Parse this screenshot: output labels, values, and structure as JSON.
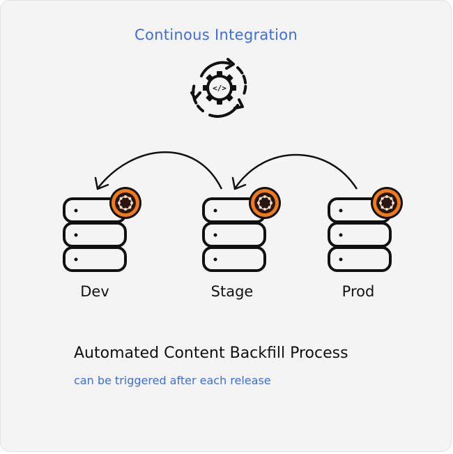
{
  "title": "Continous Integration",
  "environments": [
    {
      "label": "Dev"
    },
    {
      "label": "Stage"
    },
    {
      "label": "Prod"
    }
  ],
  "ci_icon": {
    "name": "gear-code-cycle-icon",
    "glyph": "</>"
  },
  "heading": "Automated Content Backfill Process",
  "subheading": "can be triggered after each release",
  "colors": {
    "accent": "#3f6ce4",
    "badge_outer": "#ee7a1e",
    "badge_inner": "#2a1611",
    "line": "#111111",
    "background": "#f4f4f4"
  }
}
